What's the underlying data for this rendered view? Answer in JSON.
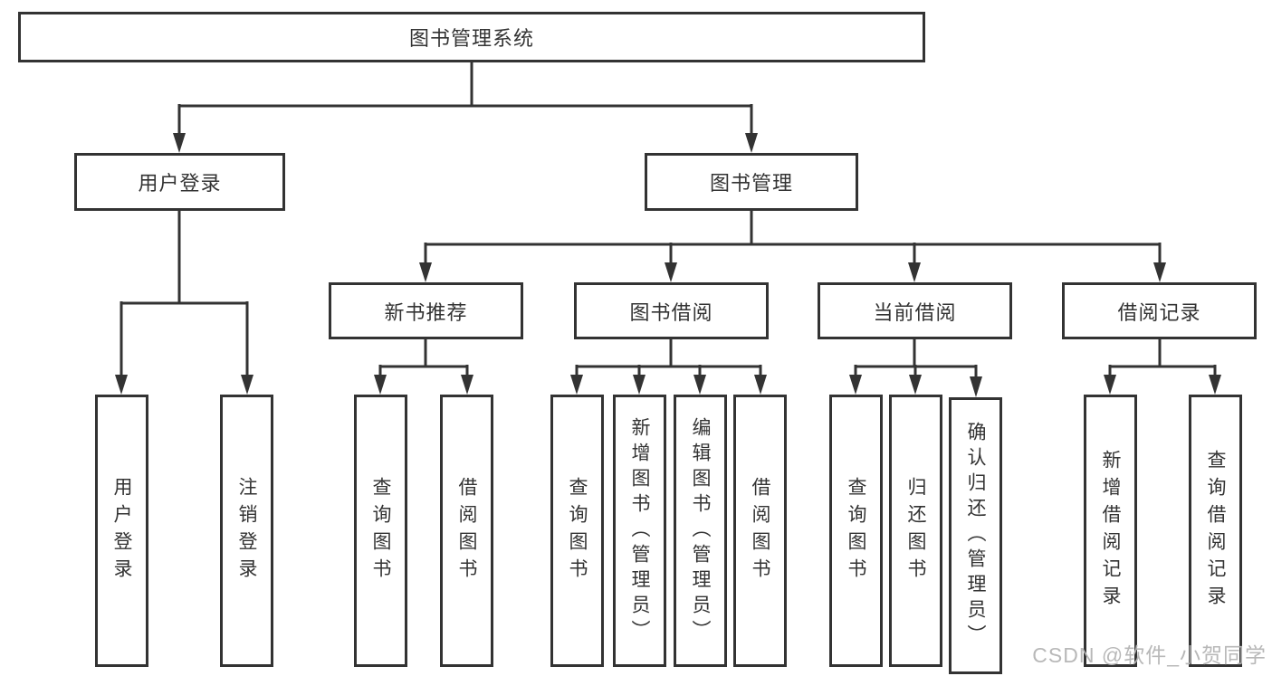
{
  "diagram": {
    "root": {
      "label": "图书管理系统"
    },
    "level2": {
      "user_login": {
        "label": "用户登录"
      },
      "book_management": {
        "label": "图书管理"
      }
    },
    "level3": {
      "new_book_recommend": {
        "label": "新书推荐"
      },
      "book_borrow": {
        "label": "图书借阅"
      },
      "current_borrow": {
        "label": "当前借阅"
      },
      "borrow_records": {
        "label": "借阅记录"
      }
    },
    "leaves": {
      "user_login_action": {
        "label": "用户登录"
      },
      "logout_action": {
        "label": "注销登录"
      },
      "recommend_query_books": {
        "label": "查询图书"
      },
      "recommend_borrow_books": {
        "label": "借阅图书"
      },
      "borrow_query_books": {
        "label": "查询图书"
      },
      "borrow_add_books_admin": {
        "label": "新增图书（管理员）"
      },
      "borrow_edit_books_admin": {
        "label": "编辑图书（管理员）"
      },
      "borrow_borrow_books": {
        "label": "借阅图书"
      },
      "current_query_books": {
        "label": "查询图书"
      },
      "current_return_books": {
        "label": "归还图书"
      },
      "current_confirm_return_admin": {
        "label": "确认归还（管理员）"
      },
      "records_add_record": {
        "label": "新增借阅记录"
      },
      "records_query_record": {
        "label": "查询借阅记录"
      }
    }
  },
  "watermark": {
    "text": "CSDN @软件_小贺同学"
  },
  "colors": {
    "line": "#333333",
    "text": "#333333",
    "watermark": "#b5b5b5",
    "background": "#ffffff"
  }
}
